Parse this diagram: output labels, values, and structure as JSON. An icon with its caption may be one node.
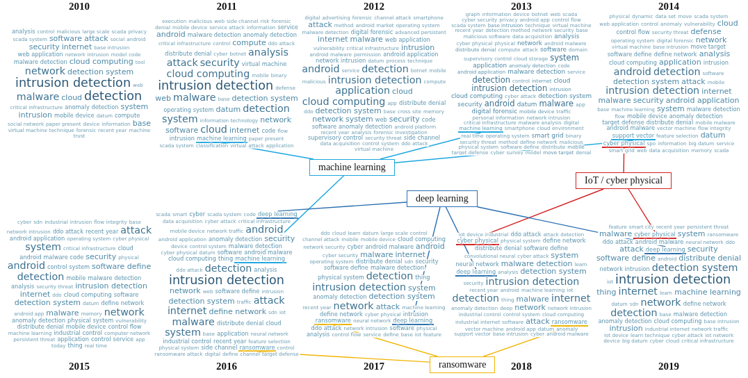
{
  "diagram": {
    "nodes": [
      {
        "text": [
          "2010",
          "analysis",
          "control",
          "malicious",
          "large scale",
          "scada",
          "privacy",
          "scada system",
          "software",
          "attack",
          "social",
          "android",
          "security",
          "internet",
          "base intrusion",
          "web application",
          "network intrusion",
          "model",
          "code",
          "malware detection",
          "cloud computing",
          "tool",
          "network",
          "detection system",
          "intrusion detection",
          "web",
          "malware",
          "cloud",
          "detection",
          "critical infrastructure",
          "anomaly detection",
          "system",
          "intrusion",
          "mobile device",
          "datum",
          "compute",
          "social network",
          "paper present",
          "device",
          "information",
          "base",
          "virtual machine",
          "technique",
          "forensic",
          "recent year",
          "machine",
          "trust"
        ]
      },
      {
        "text": [
          "2011",
          "execution",
          "malicious",
          "web",
          "side channel",
          "risk",
          "forensic",
          "denial",
          "mobile device",
          "service attack",
          "information",
          "service",
          "android",
          "malware detection",
          "anomaly detection",
          "critical infrastructure",
          "control",
          "compute",
          "ddo attack",
          "distribute denial",
          "cyber",
          "botnet",
          "analysis",
          "attack",
          "security",
          "virtual machine",
          "cloud computing",
          "mobile",
          "binary",
          "intrusion detection",
          "defense",
          "web",
          "malware",
          "base",
          "detection system",
          "operating system",
          "datum",
          "detection",
          "system",
          "information technology",
          "network",
          "software",
          "cloud",
          "internet",
          "code",
          "flow",
          "intrusion",
          "paper present",
          "scada system",
          "classification",
          "virtual",
          "attack",
          "application"
        ]
      },
      {
        "text": [
          "machine learning"
        ],
        "in": 1
      },
      {
        "text": [
          "2012",
          "digital",
          "advertising",
          "forensic",
          "channel attack",
          "smartphone",
          "attack",
          "method",
          "android market",
          "operating system",
          "malware detection",
          "digital forensic",
          "advanced persistent",
          "internet",
          "malware",
          "web application",
          "vulnerability",
          "critical infrastructure",
          "intrusion",
          "android malware",
          "permission",
          "android application",
          "network intrusion",
          "datum",
          "process",
          "technique",
          "android",
          "service",
          "detection",
          "botnet",
          "mobile",
          "malicious",
          "intrusion detection",
          "compute",
          "application",
          "cloud",
          "cloud computing",
          "app",
          "distribute denial",
          "ddo",
          "detection system",
          "base",
          "cross site",
          "memory",
          "network",
          "system",
          "web",
          "security",
          "code",
          "software",
          "anomaly detection",
          "android platform",
          "recent year",
          "analysis",
          "forensic investigation",
          "supervisory control",
          "security threat",
          "side channel",
          "data acquisition",
          "control system",
          "ddo attack",
          "virtual machine"
        ]
      },
      {
        "text": [
          "2013",
          "graph",
          "information",
          "device",
          "botnet",
          "web",
          "scada",
          "cyber security",
          "privacy",
          "android app",
          "control flow",
          "scada system",
          "base intrusion",
          "technique",
          "virtual machine",
          "recent year",
          "detection method",
          "network security",
          "base",
          "malicious software",
          "data acquisition",
          "analysis",
          "cyber physical",
          "physical",
          "network",
          "android malware",
          "distribute denial",
          "compute",
          "attack",
          "software",
          "domain",
          "supervisory control",
          "cloud storage",
          "system",
          "application",
          "anomaly detection",
          "code",
          "android application",
          "malware detection",
          "service",
          "detection",
          "control",
          "internet",
          "cloud",
          "intrusion detection",
          "intrusion",
          "cloud computing",
          "cyber attack",
          "detection system",
          "security",
          "android",
          "datum",
          "malware",
          "app",
          "digital forensic",
          "mobile device",
          "traffic",
          "personal information",
          "network intrusion",
          "critical infrastructure",
          "malware analysis",
          "digital",
          "smartphone",
          "cloud environment",
          "real time",
          "operating system",
          "smart grid",
          "binary",
          "security threat",
          "method",
          "define network",
          "malicious",
          "physical system",
          "software define",
          "distribute",
          "mobile",
          "target defense",
          "cyber",
          "survey",
          "model",
          "move target",
          "denial"
        ]
      },
      {
        "text": [
          "machine learning"
        ],
        "in": 4
      },
      {
        "text": [
          "2014",
          "physical",
          "dynamic",
          "data set",
          "move",
          "scada system",
          "web application",
          "control",
          "anomaly",
          "vulnerability",
          "cloud",
          "control flow",
          "security threat",
          "defense",
          "operating system",
          "digital forensic",
          "network",
          "virtual machine",
          "base intrusion",
          "move target",
          "software define",
          "define network",
          "analysis",
          "cloud computing",
          "application",
          "intrusion",
          "android",
          "detection",
          "software",
          "detection system",
          "attack",
          "mobile",
          "intrusion detection",
          "internet",
          "malware",
          "security",
          "android application",
          "base",
          "machine learning",
          "system",
          "malware detection",
          "flow",
          "mobile device",
          "anomaly detection",
          "target defense",
          "distribute denial",
          "mobile malware",
          "android malware",
          "vector machine",
          "flow integrity",
          "feature selection",
          "datum",
          "spo",
          "information",
          "big datum",
          "service",
          "smart grid",
          "web",
          "data acquisition",
          "memory",
          "scada"
        ]
      },
      {
        "text": [
          "support vector"
        ],
        "in": 6
      },
      {
        "text": [
          "cyber physical"
        ],
        "in": 6
      },
      {
        "text": [
          "machine learning"
        ]
      },
      {
        "text": [
          "IoT / cyber physical"
        ]
      },
      {
        "text": [
          "deep learning"
        ]
      },
      {
        "text": [
          "2015",
          "cyber",
          "sdn",
          "industrial",
          "intrusion",
          "flow integrity",
          "base",
          "network intrusion",
          "ddo attack",
          "recent year",
          "attack",
          "android application",
          "operating system",
          "cyber physical",
          "system",
          "critical infrastructure",
          "cloud",
          "android malware code",
          "security",
          "physical",
          "android",
          "control system",
          "software define",
          "detection",
          "mobile",
          "malware detection",
          "analysis",
          "security threat",
          "intrusion detection",
          "internet",
          "ddo",
          "cloud computing",
          "software",
          "detection system",
          "datum",
          "define network",
          "android app",
          "malware",
          "memory",
          "network",
          "anomaly detection",
          "physical system",
          "vulnerability",
          "distribute denial",
          "mobile device",
          "control flow",
          "machine learning",
          "industrial control",
          "computer network",
          "persistent threat",
          "application",
          "control",
          "service",
          "app",
          "today",
          "thing",
          "real time"
        ]
      },
      {
        "text": [
          "2016",
          "scada",
          "smart",
          "cyber",
          "scada system",
          "code",
          "data acquisition",
          "cyber attack",
          "critical infrastructure",
          "mobile device",
          "network traffic",
          "android",
          "android application",
          "anomaly detection",
          "security",
          "device",
          "control system",
          "malware detection",
          "cyber physical",
          "datum",
          "software",
          "android malware",
          "cloud computing",
          "thing",
          "ddo attack",
          "detection",
          "analysis",
          "intrusion detection",
          "network",
          "web",
          "software define",
          "intrusion",
          "detection system",
          "traffic",
          "attack",
          "internet",
          "define network",
          "sdn",
          "iot",
          "malware",
          "distribute denial",
          "cloud",
          "system",
          "base",
          "application",
          "neural network",
          "industrial control",
          "recent year",
          "feature selection",
          "physical system",
          "side channel",
          "control",
          "ransomware attack",
          "digital",
          "define",
          "channel",
          "target defense"
        ]
      },
      {
        "text": [
          "deep learning"
        ],
        "in": 13
      },
      {
        "text": [
          "machine learning"
        ],
        "in": 13
      },
      {
        "text": [
          "ransomware"
        ],
        "in": 13
      },
      {
        "text": [
          "2017",
          "ddo",
          "cloud",
          "learn",
          "datum",
          "large scale",
          "control",
          "channel attack",
          "mobile",
          "mobile device",
          "cloud computing",
          "network security",
          "cyber",
          "android malware",
          "android",
          "cyber security",
          "malware",
          "internet",
          "operating system",
          "distribute denial",
          "sdn",
          "security",
          "software define",
          "malware detection",
          "physical system",
          "detection",
          "thing",
          "intrusion detection",
          "system",
          "anomaly detection",
          "detection system",
          "recent year",
          "network",
          "attack",
          "machine learning",
          "define network",
          "cyber physical",
          "intrusion",
          "neural network",
          "ddo attack",
          "network intrusion",
          "software",
          "physical",
          "analysis",
          "control flow",
          "service",
          "define",
          "base",
          "iot",
          "feature"
        ]
      },
      {
        "text": [
          "ransomware"
        ],
        "in": 17
      },
      {
        "text": [
          "deep learning"
        ],
        "in": 17
      },
      {
        "text": [
          "2018",
          "iot device",
          "industrial",
          "ddo attack",
          "attack detection",
          "physical system",
          "define network",
          "distribute denial",
          "software define",
          "convolutional neural",
          "cyber attack",
          "system",
          "neural network",
          "malware detection",
          "learn",
          "analysis",
          "detection system",
          "security",
          "intrusion detection",
          "recent year",
          "android",
          "machine learning",
          "iot",
          "detection",
          "thing",
          "malware",
          "internet",
          "anomaly detection",
          "deep",
          "network",
          "network intrusion",
          "industrial control",
          "control system",
          "cloud computing",
          "industrial internet",
          "software",
          "attack",
          "vector machine",
          "android app",
          "datum",
          "anomaly",
          "support vector",
          "base intrusion",
          "cyber",
          "android malware"
        ]
      },
      {
        "text": [
          "cyber physical"
        ],
        "in": 20
      },
      {
        "text": [
          "deep learning"
        ],
        "in": 20
      },
      {
        "text": [
          "ransomware"
        ],
        "in": 20
      },
      {
        "text": [
          "2019",
          "feature",
          "smart city",
          "recent year",
          "persistent threat",
          "malware",
          "system",
          "ransomware",
          "ddo attack",
          "android malware",
          "neural network",
          "ddo",
          "attack",
          "security",
          "software define",
          "android",
          "distribute denial",
          "network intrusion",
          "detection system",
          "iot",
          "intrusion detection",
          "thing",
          "internet",
          "learn",
          "machine learning",
          "datum",
          "sdn",
          "network",
          "define network",
          "detection",
          "base",
          "malware detection",
          "anomaly detection",
          "cloud computing",
          "base intrusion",
          "intrusion",
          "industrial internet",
          "network traffic",
          "iot device",
          "learn technique",
          "cyber attack",
          "iot network",
          "device",
          "big datum",
          "cyber",
          "cloud",
          "critical infrastructure"
        ]
      },
      {
        "text": [
          "cyber physical"
        ],
        "in": 24
      },
      {
        "text": [
          "deep learning"
        ],
        "in": 24
      },
      {
        "text": [
          "ransomware"
        ]
      }
    ],
    "edges": [
      {
        "from": 9,
        "to": 2,
        "arrow": "none",
        "color": "#1ea7df"
      },
      {
        "from": 9,
        "to": 5,
        "arrow": "none",
        "color": "#1ea7df"
      },
      {
        "from": 9,
        "to": 7,
        "arrow": "none",
        "color": "#1ea7df"
      },
      {
        "from": 9,
        "to": 15,
        "arrow": "none",
        "color": "#1ea7df"
      },
      {
        "from": 10,
        "to": 8,
        "arrow": "none",
        "color": "#d42020"
      },
      {
        "from": 10,
        "to": 21,
        "arrow": "none",
        "color": "#d42020"
      },
      {
        "from": 10,
        "to": 25,
        "arrow": "none",
        "color": "#d42020"
      },
      {
        "from": 11,
        "to": 14,
        "arrow": "none",
        "color": "#2a6fb0"
      },
      {
        "from": 11,
        "to": 19,
        "arrow": "none",
        "color": "#2a6fb0"
      },
      {
        "from": 11,
        "to": 22,
        "arrow": "none",
        "color": "#2a6fb0"
      },
      {
        "from": 11,
        "to": 26,
        "arrow": "none",
        "color": "#2a6fb0"
      },
      {
        "from": 27,
        "to": 16,
        "arrow": "none",
        "color": "#f0b400"
      },
      {
        "from": 27,
        "to": 18,
        "arrow": "none",
        "color": "#f0b400"
      },
      {
        "from": 27,
        "to": 23,
        "arrow": "none",
        "color": "#f0b400"
      }
    ]
  }
}
